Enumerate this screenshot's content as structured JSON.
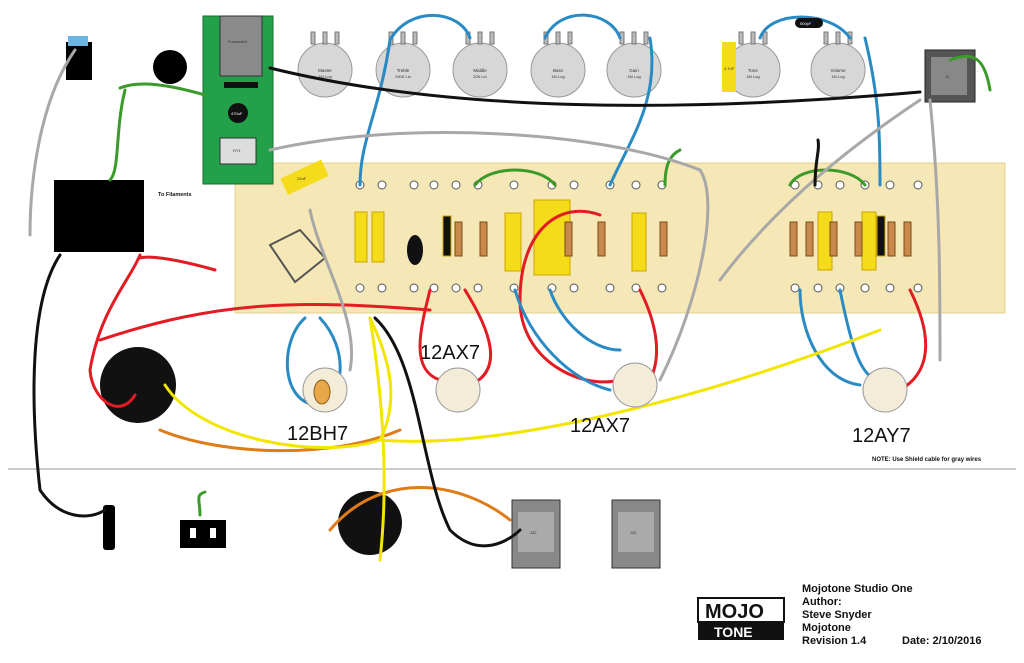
{
  "tubes": {
    "v1": "12BH7",
    "v2": "12AX7",
    "v3": "12AX7",
    "v4": "12AY7"
  },
  "labels": {
    "to_filaments": "To Filaments",
    "footswitch": "Footswitch",
    "rly": "RY1",
    "cap_470uf": "470uF",
    "cap_500pf": "500pF",
    "cap_47nf": "4.7nF",
    "cap_22nf": "22nF",
    "j1": "J1",
    "j2a": "J32",
    "j2b": "J32",
    "note": "NOTE: Use Shield cable for gray wires"
  },
  "pots": [
    {
      "name": "Master",
      "value": "1M Log"
    },
    {
      "name": "Treble",
      "value": "250K Lin"
    },
    {
      "name": "Middle",
      "value": "20K Lin"
    },
    {
      "name": "Bass",
      "value": "1M Log"
    },
    {
      "name": "Gain",
      "value": "1M Log"
    },
    {
      "name": "Tone",
      "value": "1M Log"
    },
    {
      "name": "Volume",
      "value": "1M Log"
    }
  ],
  "title_block": {
    "logo_top": "MOJO",
    "logo_bottom": "TONE",
    "line1": "Mojotone Studio One",
    "line2": "Author:",
    "line3": "Steve Snyder",
    "line4": "Mojotone",
    "line5": "Revision 1.4",
    "date": "Date: 2/10/2016"
  },
  "colors": {
    "board": "#f6e8b6",
    "red": "#e31b23",
    "blue": "#2a8bc4",
    "green": "#3a9a2a",
    "yellow": "#f2e600",
    "orange": "#e07b1a",
    "gray": "#9a9a9a",
    "black": "#111111",
    "cap_yellow": "#f5dc1a"
  }
}
